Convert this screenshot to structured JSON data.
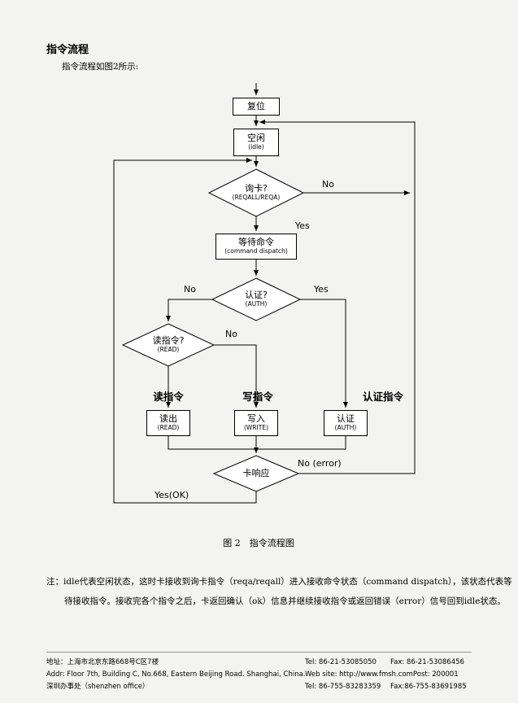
{
  "page": {
    "title": "指令流程",
    "subtitle": "指令流程如图2所示:"
  },
  "flow": {
    "nodes": {
      "reset": {
        "label": "复位"
      },
      "idle": {
        "label": "空闲",
        "sub": "(idle)"
      },
      "req_check": {
        "label": "询卡?",
        "sub": "(REQALL/REQA)"
      },
      "dispatch": {
        "label": "等待命令",
        "sub": "(command dispatch)"
      },
      "auth_check": {
        "label": "认证?",
        "sub": "(AUTH)"
      },
      "read_check": {
        "label": "读指令?",
        "sub": "(READ)"
      },
      "read_out": {
        "label": "读出",
        "sub": "(READ)"
      },
      "write_in": {
        "label": "写入",
        "sub": "(WRITE)"
      },
      "auth_do": {
        "label": "认证",
        "sub": "(AUTH)"
      },
      "card_resp": {
        "label": "卡响应"
      }
    },
    "edges": {
      "req_no": "No",
      "req_yes": "Yes",
      "auth_no": "No",
      "auth_yes": "Yes",
      "read_no": "No",
      "resp_no": "No (error)",
      "resp_yes": "Yes(OK)"
    },
    "branches": {
      "read_cmd": "读指令",
      "write_cmd": "写指令",
      "auth_cmd": "认证指令"
    },
    "caption": "图 2　指令流程图"
  },
  "note": {
    "line1": "注：idle代表空闲状态，这时卡接收到询卡指令（reqa/reqall）进入接收命令状态（command dispatch），该状态代表等",
    "line2": "待接收指令。接收完各个指令之后，卡返回确认（ok）信息并继续接收指令或返回错误（error）信号回到idle状态。"
  },
  "footer": {
    "address_cn": "地址：上海市北京东路668号C区7楼",
    "address_en": "Addr: Floor 7th, Building C, No.668, Eastern Beijing Road. Shanghai, China.",
    "office": "深圳办事处（shenzhen office）",
    "rows": [
      {
        "a": "Tel: 86-21-53085050",
        "b": "Fax: 86-21-53086456"
      },
      {
        "a": "Web site: http://www.fmsh.com",
        "b": "Post: 200001"
      },
      {
        "a": "Tel: 86-755-83283359",
        "b": "Fax:86-755-83691985"
      }
    ]
  }
}
